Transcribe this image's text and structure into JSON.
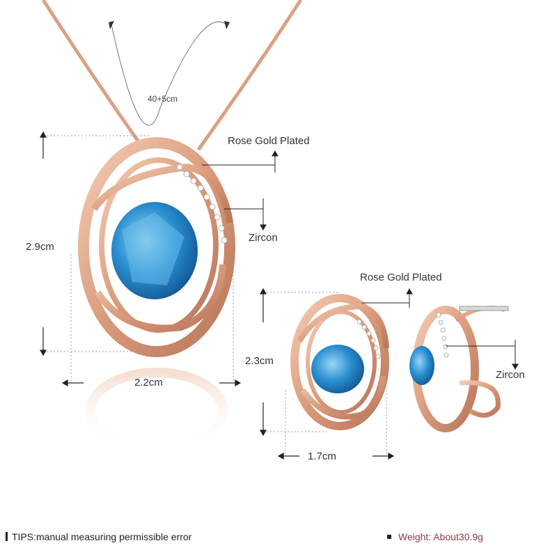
{
  "labels": {
    "chain_length": "40+5cm",
    "pendant_plating": "Rose Gold Plated",
    "pendant_stone": "Zircon",
    "pendant_height": "2.9cm",
    "pendant_width": "2.2cm",
    "earring_plating": "Rose Gold Plated",
    "earring_height": "2.3cm",
    "earring_stone": "Zircon",
    "earring_width": "1.7cm"
  },
  "footer": {
    "tips": "TIPS:manual measuring permissible error",
    "weight": "Weight: About30.9g"
  },
  "colors": {
    "rose_gold": "#e2a889",
    "gem_blue": "#2a8fd0",
    "text": "#333333",
    "weight_text": "#8a3a45"
  }
}
